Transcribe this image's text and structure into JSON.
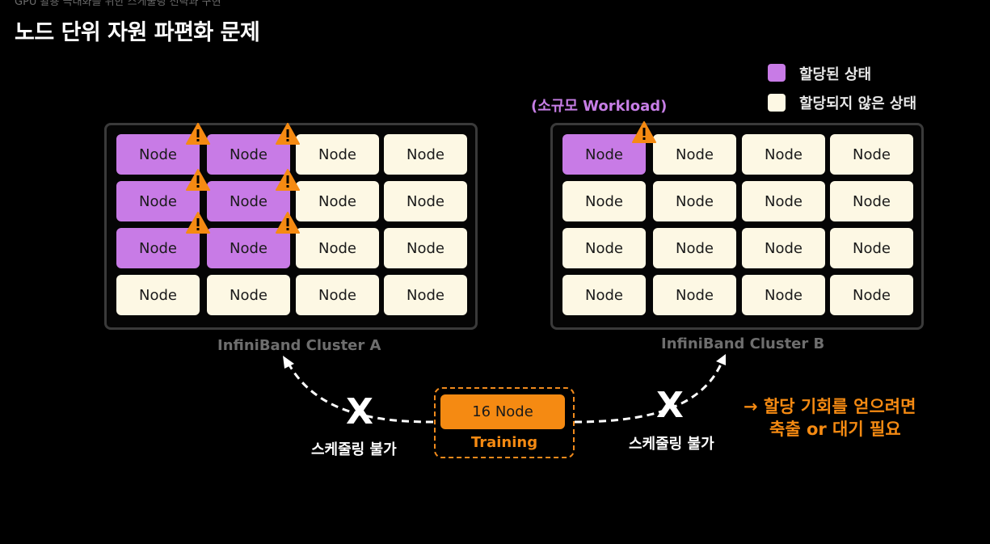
{
  "header": {
    "clipped_top_text": "GPU 활용 극대화를 위한 스케줄링 전략과 구현",
    "title": "노드 단위 자원 파편화 문제"
  },
  "legend": {
    "allocated_label": "할당된 상태",
    "unallocated_label": "할당되지 않은 상태",
    "allocated_color": "#c87be6",
    "unallocated_color": "#fdf8e4"
  },
  "cluster_a": {
    "label": "InfiniBand Cluster A",
    "node_label": "Node"
  },
  "cluster_b": {
    "label": "InfiniBand Cluster B",
    "node_label": "Node",
    "small_workload_label": "(소규모 Workload)"
  },
  "training": {
    "node_label": "16 Node",
    "label": "Training",
    "accent_color": "#f58a12"
  },
  "scheduling": {
    "x_mark": "X",
    "fail_label": "스케줄링 불가"
  },
  "note": {
    "line1": "→ 할당 기회를 얻으려면",
    "line2": "축출 or 대기 필요"
  },
  "icons": {
    "warning": "warning-triangle-icon"
  }
}
